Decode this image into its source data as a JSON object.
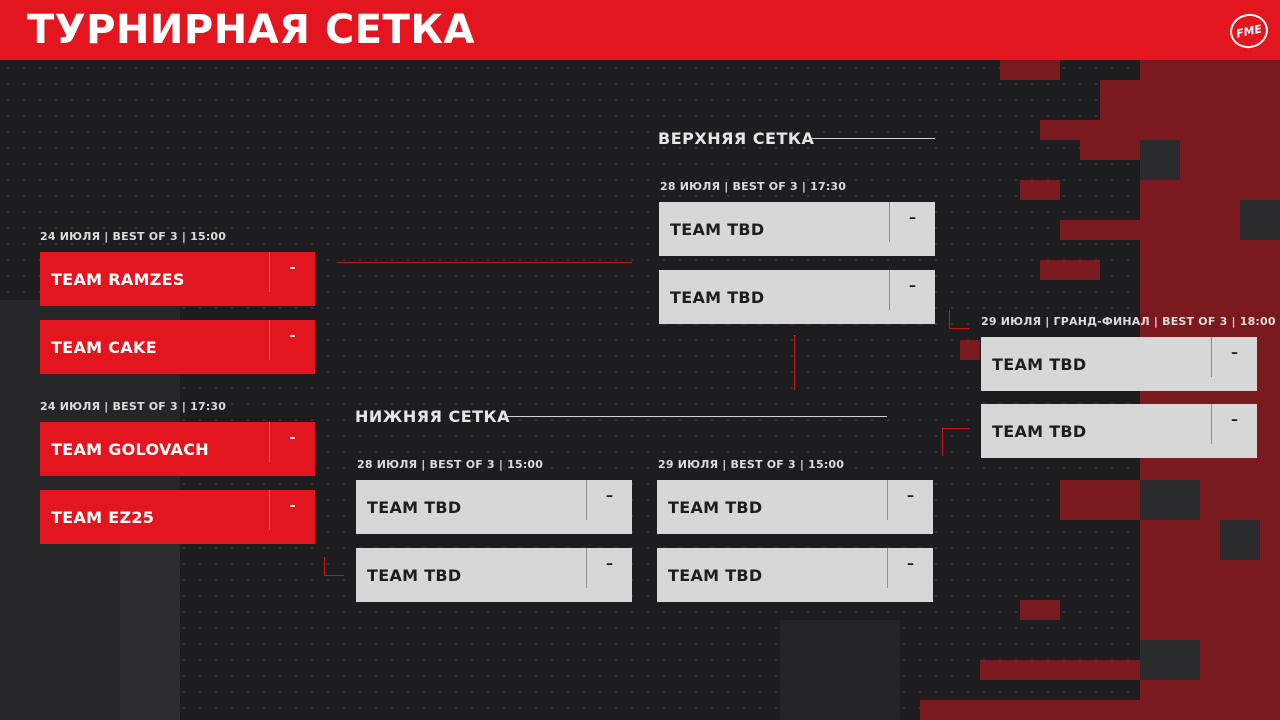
{
  "header": {
    "title": "ТУРНИРНАЯ СЕТКА",
    "logo": "FME"
  },
  "sections": {
    "upper": "ВЕРХНЯЯ СЕТКА",
    "lower": "НИЖНЯЯ СЕТКА"
  },
  "colors": {
    "accent": "#e3161f",
    "background": "#1d1d1f",
    "card": "#d7d7d7"
  },
  "matches": {
    "m1": {
      "info": "24 ИЮЛЯ | BEST OF 3 | 15:00",
      "team1": {
        "name": "TEAM RAMZES",
        "score": "-"
      },
      "team2": {
        "name": "TEAM CAKE",
        "score": "-"
      }
    },
    "m2": {
      "info": "24 ИЮЛЯ | BEST OF 3 | 17:30",
      "team1": {
        "name": "TEAM GOLOVACH",
        "score": "-"
      },
      "team2": {
        "name": "TEAM EZ25",
        "score": "-"
      }
    },
    "upper": {
      "info": "28 ИЮЛЯ | BEST OF 3 | 17:30",
      "team1": {
        "name": "TEAM TBD",
        "score": "–"
      },
      "team2": {
        "name": "TEAM TBD",
        "score": "–"
      }
    },
    "lower1": {
      "info": "28 ИЮЛЯ | BEST OF 3 | 15:00",
      "team1": {
        "name": "TEAM TBD",
        "score": "–"
      },
      "team2": {
        "name": "TEAM TBD",
        "score": "–"
      }
    },
    "lower2": {
      "info": "29 ИЮЛЯ | BEST OF 3 | 15:00",
      "team1": {
        "name": "TEAM TBD",
        "score": "–"
      },
      "team2": {
        "name": "TEAM TBD",
        "score": "–"
      }
    },
    "final": {
      "info": "29 ИЮЛЯ | ГРАНД-ФИНАЛ | BEST OF 3 | 18:00",
      "team1": {
        "name": "TEAM TBD",
        "score": "–"
      },
      "team2": {
        "name": "TEAM TBD",
        "score": "–"
      }
    }
  }
}
